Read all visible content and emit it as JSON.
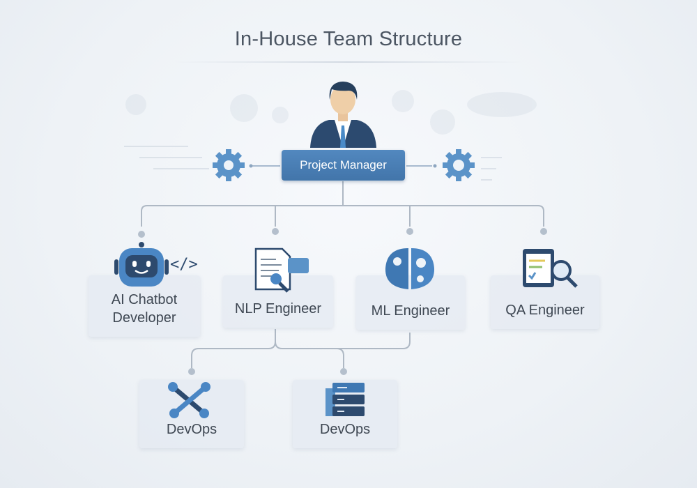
{
  "title": "In-House Team Structure",
  "manager": {
    "label": "Project Manager",
    "icon": "person-icon"
  },
  "roles": [
    {
      "label_line1": "AI Chatbot",
      "label_line2": "Developer",
      "icon": "robot-code-icon"
    },
    {
      "label": "NLP Engineer",
      "icon": "document-search-icon"
    },
    {
      "label": "ML Engineer",
      "icon": "brain-gears-icon"
    },
    {
      "label": "QA Engineer",
      "icon": "clipboard-magnifier-icon"
    }
  ],
  "sub_roles": [
    {
      "label": "DevOps",
      "icon": "wrench-tools-icon"
    },
    {
      "label": "DevOps",
      "icon": "server-stack-icon"
    }
  ],
  "colors": {
    "accent": "#4a7fb5",
    "dark": "#2d4a6e",
    "connector": "#aeb8c4"
  }
}
